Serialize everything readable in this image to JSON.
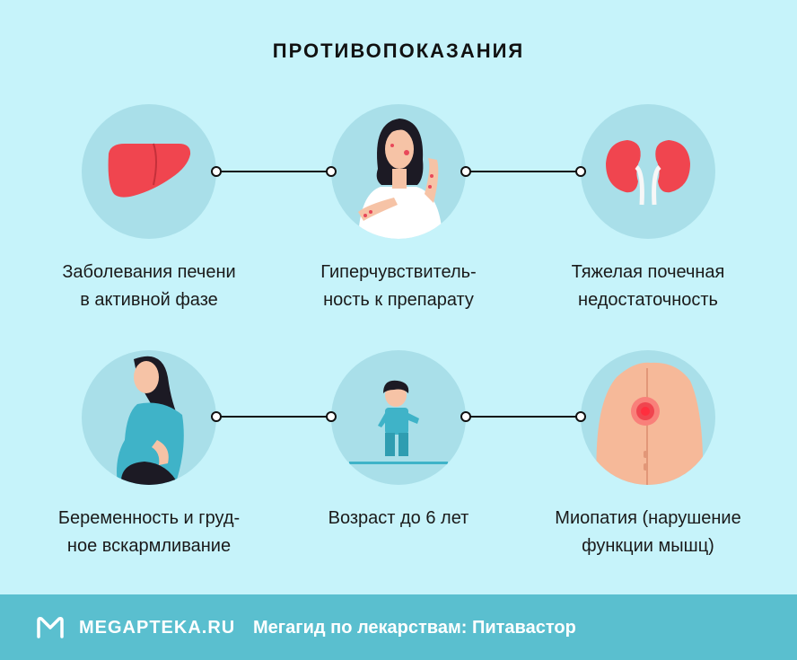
{
  "title": "ПРОТИВОПОКАЗАНИЯ",
  "items": [
    {
      "line1": "Заболевания печени",
      "line2": "в активной фазе",
      "icon": "liver-icon"
    },
    {
      "line1": "Гиперчувствитель-",
      "line2": "ность к препарату",
      "icon": "allergic-woman-icon"
    },
    {
      "line1": "Тяжелая почечная",
      "line2": "недостаточность",
      "icon": "kidneys-icon"
    },
    {
      "line1": "Беременность и груд-",
      "line2": "ное вскармливание",
      "icon": "pregnant-woman-icon"
    },
    {
      "line1": "Возраст до 6 лет",
      "line2": "",
      "icon": "child-icon"
    },
    {
      "line1": "Миопатия (нарушение",
      "line2": "функции мышц)",
      "icon": "back-pain-icon"
    }
  ],
  "footer": {
    "brand": "MEGAPTEKA.RU",
    "text": "Мегагид по лекарствам: Питавастор"
  },
  "colors": {
    "background": "#c6f3fa",
    "circle": "#a9dfe9",
    "footer": "#5abfcf",
    "organ_red": "#f0454f"
  }
}
